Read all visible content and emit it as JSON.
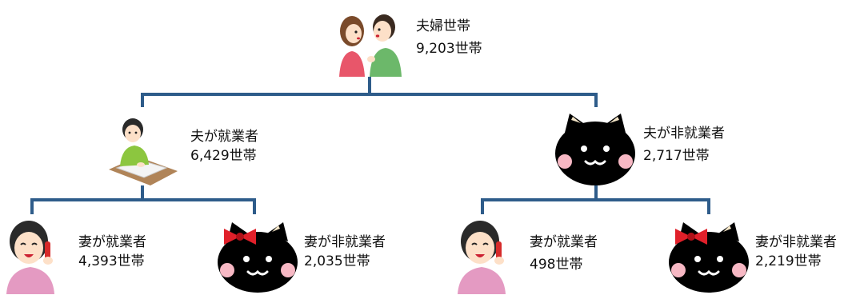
{
  "root": {
    "title": "夫婦世帯",
    "count": "9,203世帯",
    "icon": "couple-talking-icon"
  },
  "husband_employed": {
    "title": "夫が就業者",
    "count": "6,429世帯",
    "icon": "man-working-desk-icon"
  },
  "husband_nonemployed": {
    "title": "夫が非就業者",
    "count": "2,717世帯",
    "icon": "black-cat-face-icon"
  },
  "wife_employed_a": {
    "title": "妻が就業者",
    "count": "4,393世帯",
    "icon": "woman-phone-icon"
  },
  "wife_nonemployed_a": {
    "title": "妻が非就業者",
    "count": "2,035世帯",
    "icon": "black-cat-ribbon-icon"
  },
  "wife_employed_b": {
    "title": "妻が就業者",
    "count": "498世帯",
    "icon": "woman-phone-icon"
  },
  "wife_nonemployed_b": {
    "title": "妻が非就業者",
    "count": "2,219世帯",
    "icon": "black-cat-ribbon-icon"
  },
  "colors": {
    "connector": "#2e5c8a",
    "cat": "#000000",
    "cheek": "#f7b8c4",
    "ribbon": "#e0202a"
  }
}
